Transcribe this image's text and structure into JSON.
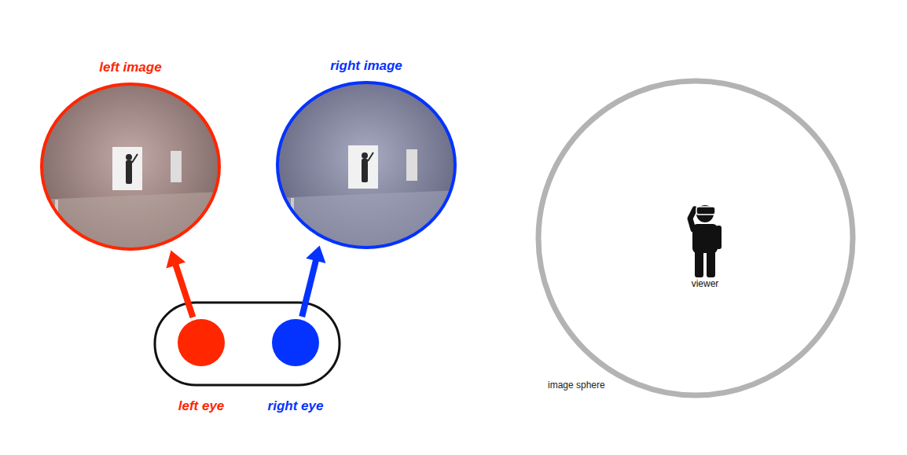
{
  "diagram": {
    "nodes": [
      {
        "text": [
          "left image"
        ]
      },
      {
        "text": [
          "right image"
        ]
      },
      {
        "text": [
          "left eye"
        ]
      },
      {
        "text": [
          "right eye"
        ]
      },
      {
        "text": [
          "image sphere"
        ]
      }
    ],
    "edges": [
      {
        "from": 2,
        "to": 0,
        "arrow": "to"
      },
      {
        "from": 3,
        "to": 1,
        "arrow": "to"
      }
    ],
    "labels": [
      "viewer"
    ]
  }
}
